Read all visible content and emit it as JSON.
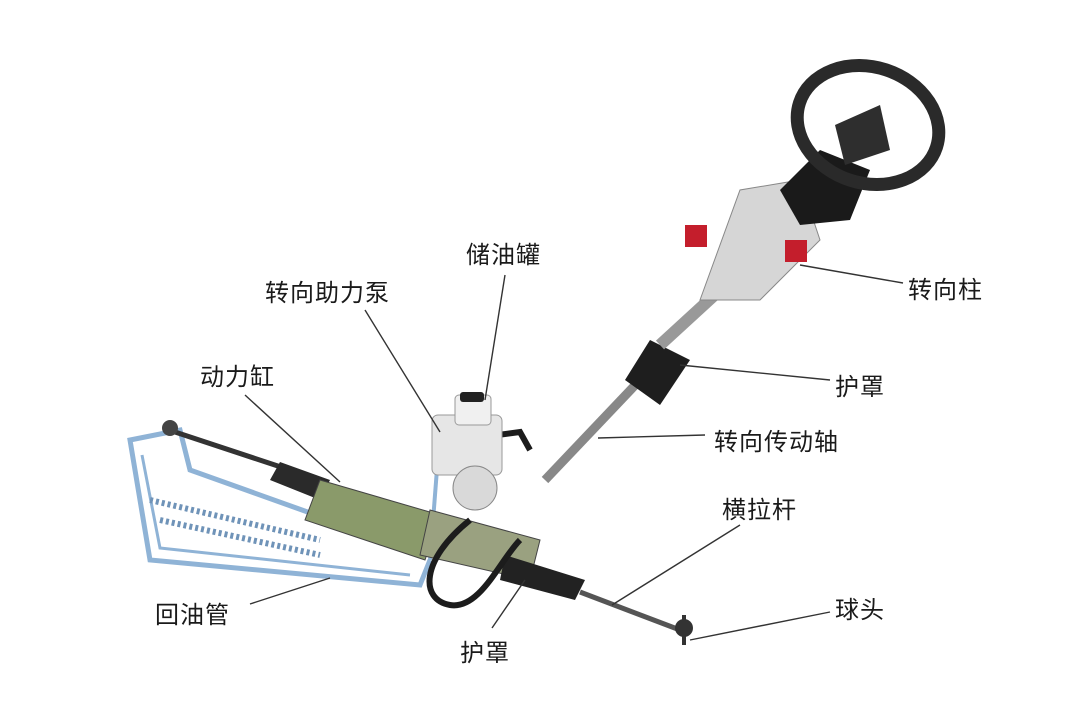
{
  "labels": {
    "reservoir": "储油罐",
    "power_pump": "转向助力泵",
    "power_cylinder": "动力缸",
    "steering_column": "转向柱",
    "boot_upper": "护罩",
    "steering_shaft": "转向传动轴",
    "tie_rod": "横拉杆",
    "ball_joint": "球头",
    "return_pipe": "回油管",
    "boot_lower": "护罩"
  }
}
